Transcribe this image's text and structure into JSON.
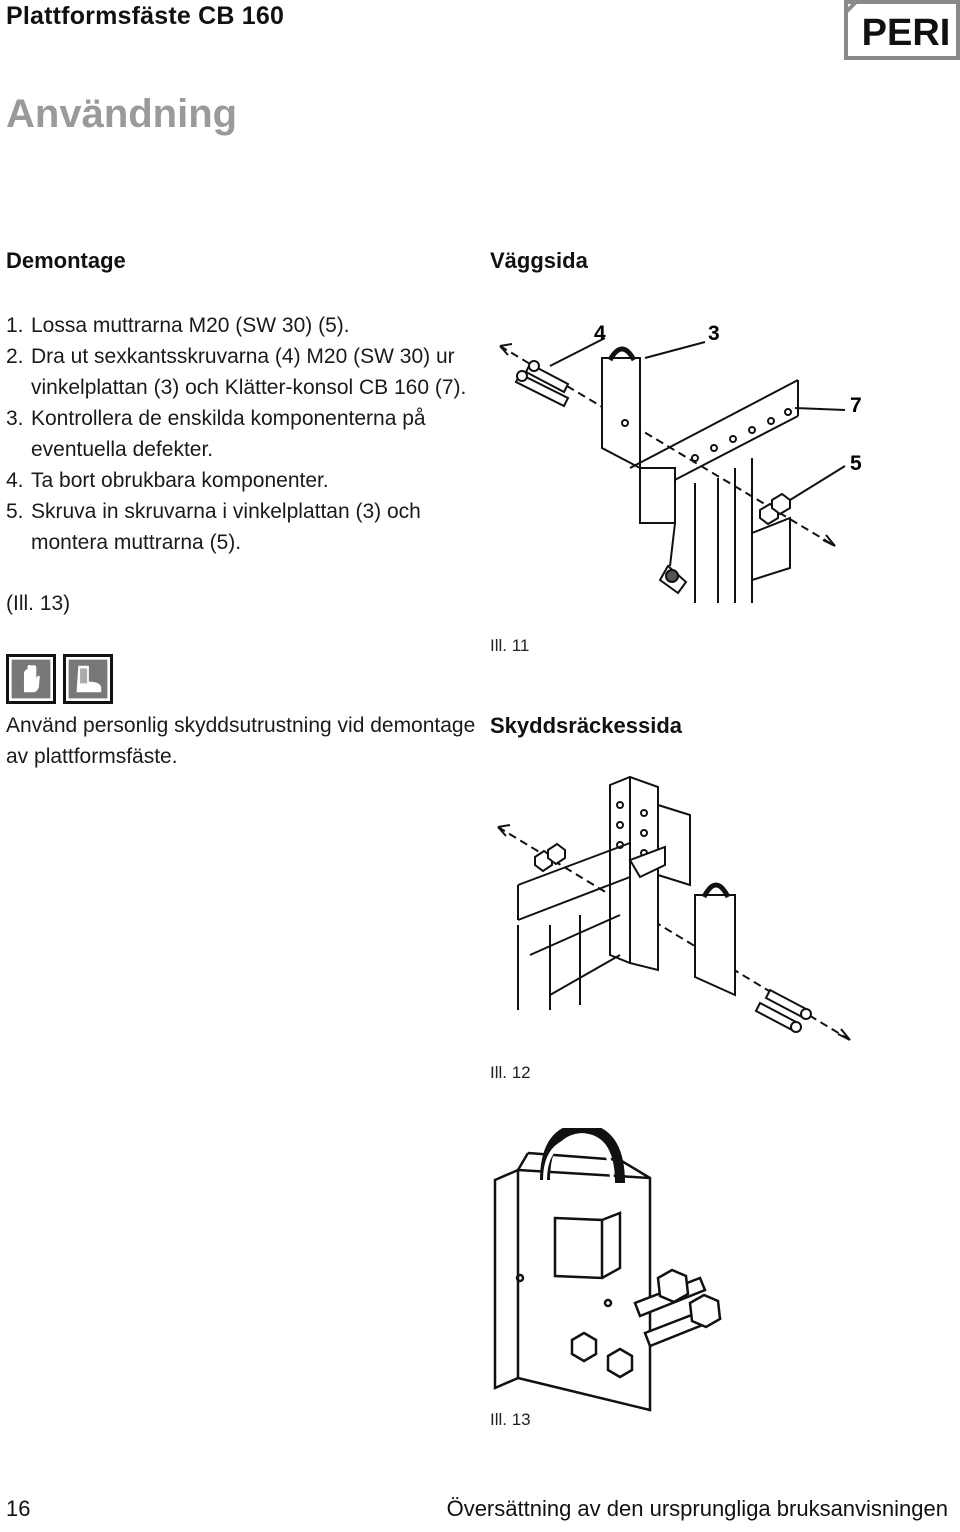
{
  "header": {
    "title": "Plattformsfäste CB 160",
    "logo_text": "PERI"
  },
  "section_title": "Användning",
  "dismantling": {
    "heading": "Demontage",
    "steps": [
      {
        "num": "1.",
        "text": "Lossa muttrarna M20 (SW 30) (5)."
      },
      {
        "num": "2.",
        "text": "Dra ut sexkantsskruvarna (4) M20 (SW 30) ur vinkelplattan (3) och Klätter-konsol CB 160 (7)."
      },
      {
        "num": "3.",
        "text": "Kontrollera de enskilda komponenterna på eventuella defekter."
      },
      {
        "num": "4.",
        "text": "Ta bort obrukbara komponenter."
      },
      {
        "num": "5.",
        "text": "Skruva in skruvarna i vinkelplattan (3) och montera muttrarna (5)."
      }
    ],
    "reference": "(Ill. 13)",
    "ppe_icons": [
      "gloves-icon",
      "safety-boot-icon"
    ],
    "ppe_note": "Använd personlig skyddsutrustning vid demontage av plattformsfäste."
  },
  "figures": {
    "wall_side": {
      "heading": "Väggsida",
      "callouts": [
        "4",
        "3",
        "7",
        "5"
      ],
      "caption": "Ill. 11"
    },
    "guardrail_side": {
      "heading": "Skyddsräckessida",
      "caption": "Ill. 12"
    },
    "detail": {
      "caption": "Ill. 13"
    }
  },
  "footer": {
    "page_number": "16",
    "text": "Översättning av den ursprungliga bruksanvisningen"
  }
}
